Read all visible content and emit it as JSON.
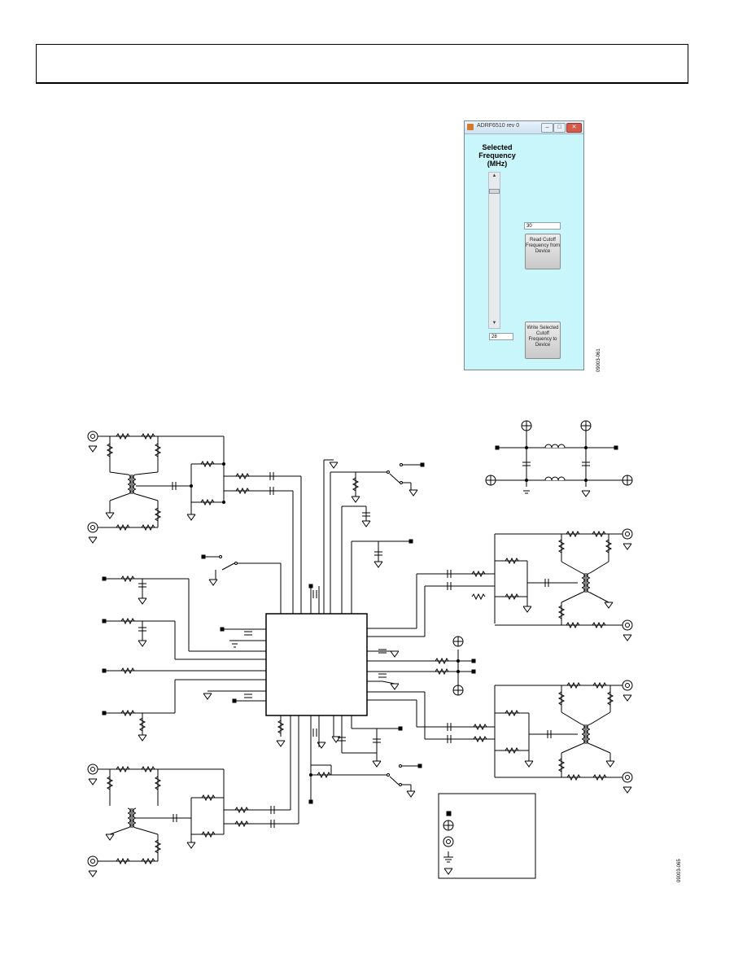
{
  "app": {
    "window_title": "ADRF6510 rev 0",
    "selected_frequency_label": "Selected Frequency (MHz)",
    "read_value": "30",
    "read_button_label": "Read Cutoff Frequency from Device",
    "slider_value": "28",
    "write_button_label": "Write Selected Cutoff Frequency to Device",
    "slider_up_arrow": "▲",
    "slider_down_arrow": "▼",
    "window_buttons": {
      "minimize": "–",
      "maximize": "□",
      "close": "✕"
    }
  },
  "figure_codes": {
    "gui": "09003-061",
    "schematic": "09003-065"
  },
  "icons": [
    "app-icon",
    "minimize-icon",
    "maximize-icon",
    "close-icon",
    "test-point-icon",
    "power-supply-icon",
    "sma-connector-icon",
    "ground-icon"
  ]
}
